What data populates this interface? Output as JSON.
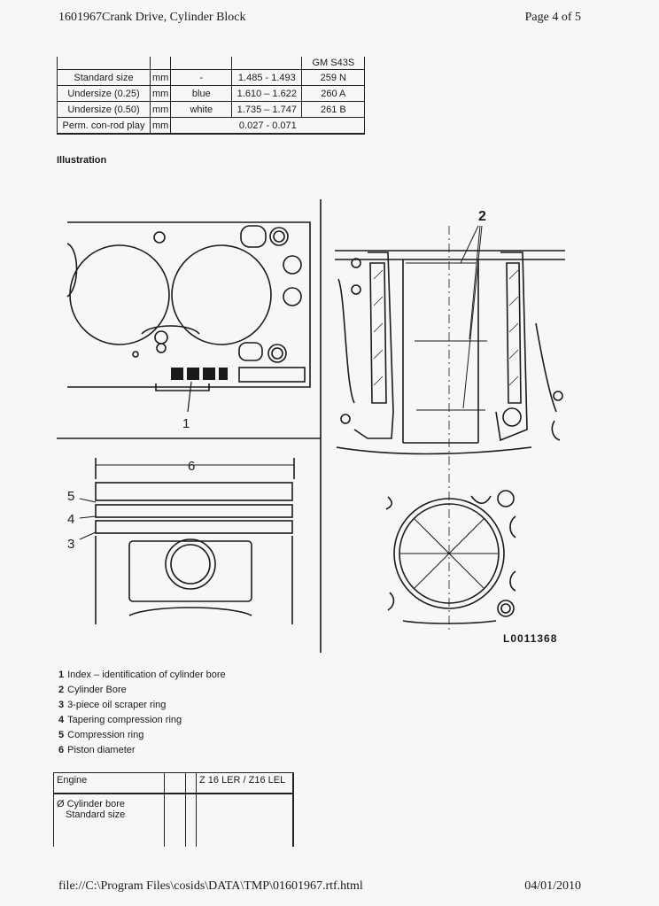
{
  "header": {
    "title": "1601967Crank Drive, Cylinder Block",
    "page": "Page 4 of 5"
  },
  "spec_table": {
    "head_last": "GM S43S",
    "rows": [
      {
        "label": "Standard size",
        "unit": "mm",
        "color": "-",
        "range": "1.485 - 1.493",
        "code": "259 N"
      },
      {
        "label": "Undersize (0.25)",
        "unit": "mm",
        "color": "blue",
        "range": "1.610 – 1.622",
        "code": "260 A"
      },
      {
        "label": "Undersize (0.50)",
        "unit": "mm",
        "color": "white",
        "range": "1.735 – 1.747",
        "code": "261 B"
      },
      {
        "label": "Perm. con-rod play",
        "unit": "mm",
        "value": "0.027 - 0.071"
      }
    ]
  },
  "illustration": {
    "heading": "Illustration",
    "callouts": [
      "1",
      "2",
      "3",
      "4",
      "5",
      "6"
    ],
    "ref_code": "L0011368"
  },
  "legend": [
    {
      "num": "1",
      "text": "Index – identification of cylinder bore"
    },
    {
      "num": "2",
      "text": "Cylinder Bore"
    },
    {
      "num": "3",
      "text": "3-piece oil scraper ring"
    },
    {
      "num": "4",
      "text": "Tapering compression ring"
    },
    {
      "num": "5",
      "text": "Compression ring"
    },
    {
      "num": "6",
      "text": "Piston diameter"
    }
  ],
  "engine_table": {
    "engine_label": "Engine",
    "engine_value": "Z 16 LER / Z16 LEL",
    "bore_label": "Ø Cylinder bore",
    "bore_sub": "Standard size"
  },
  "footer": {
    "path": "file://C:\\Program Files\\cosids\\DATA\\TMP\\01601967.rtf.html",
    "date": "04/01/2010"
  }
}
